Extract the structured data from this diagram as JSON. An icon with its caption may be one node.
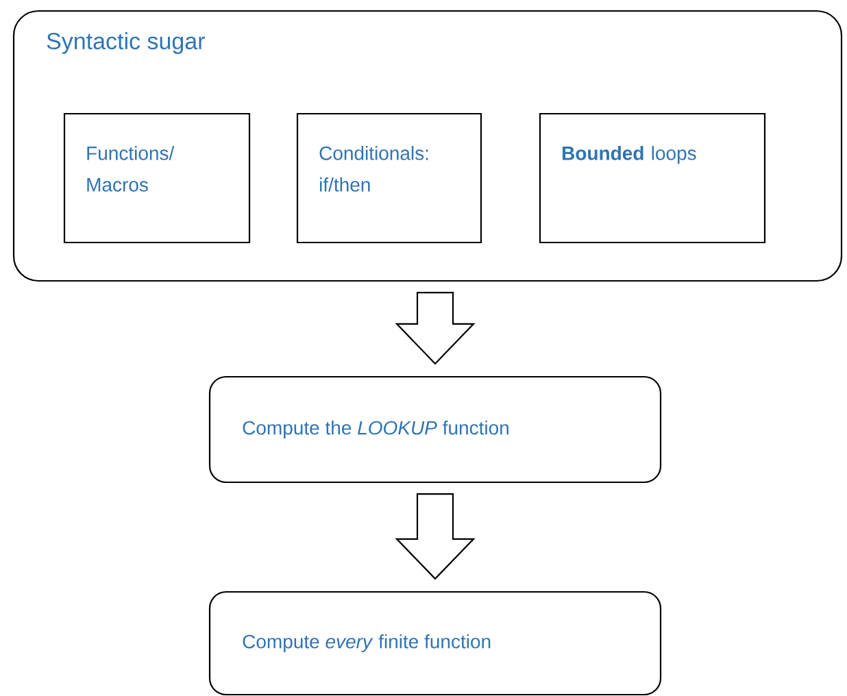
{
  "diagram": {
    "nodes": [
      {
        "text": [
          "Syntactic sugar"
        ]
      },
      {
        "text": [
          "Functions/ Macros"
        ],
        "in": 0
      },
      {
        "text": [
          "Conditionals: if/then"
        ],
        "in": 0
      },
      {
        "text": [
          "**Bounded** loops"
        ],
        "in": 0
      },
      {
        "text": [
          "Compute the *LOOKUP* function"
        ]
      },
      {
        "text": [
          "Compute *every* finite function"
        ]
      }
    ],
    "edges": [
      {
        "from": 0,
        "to": 4,
        "arrow": "to"
      },
      {
        "from": 4,
        "to": 5,
        "arrow": "to"
      }
    ]
  }
}
